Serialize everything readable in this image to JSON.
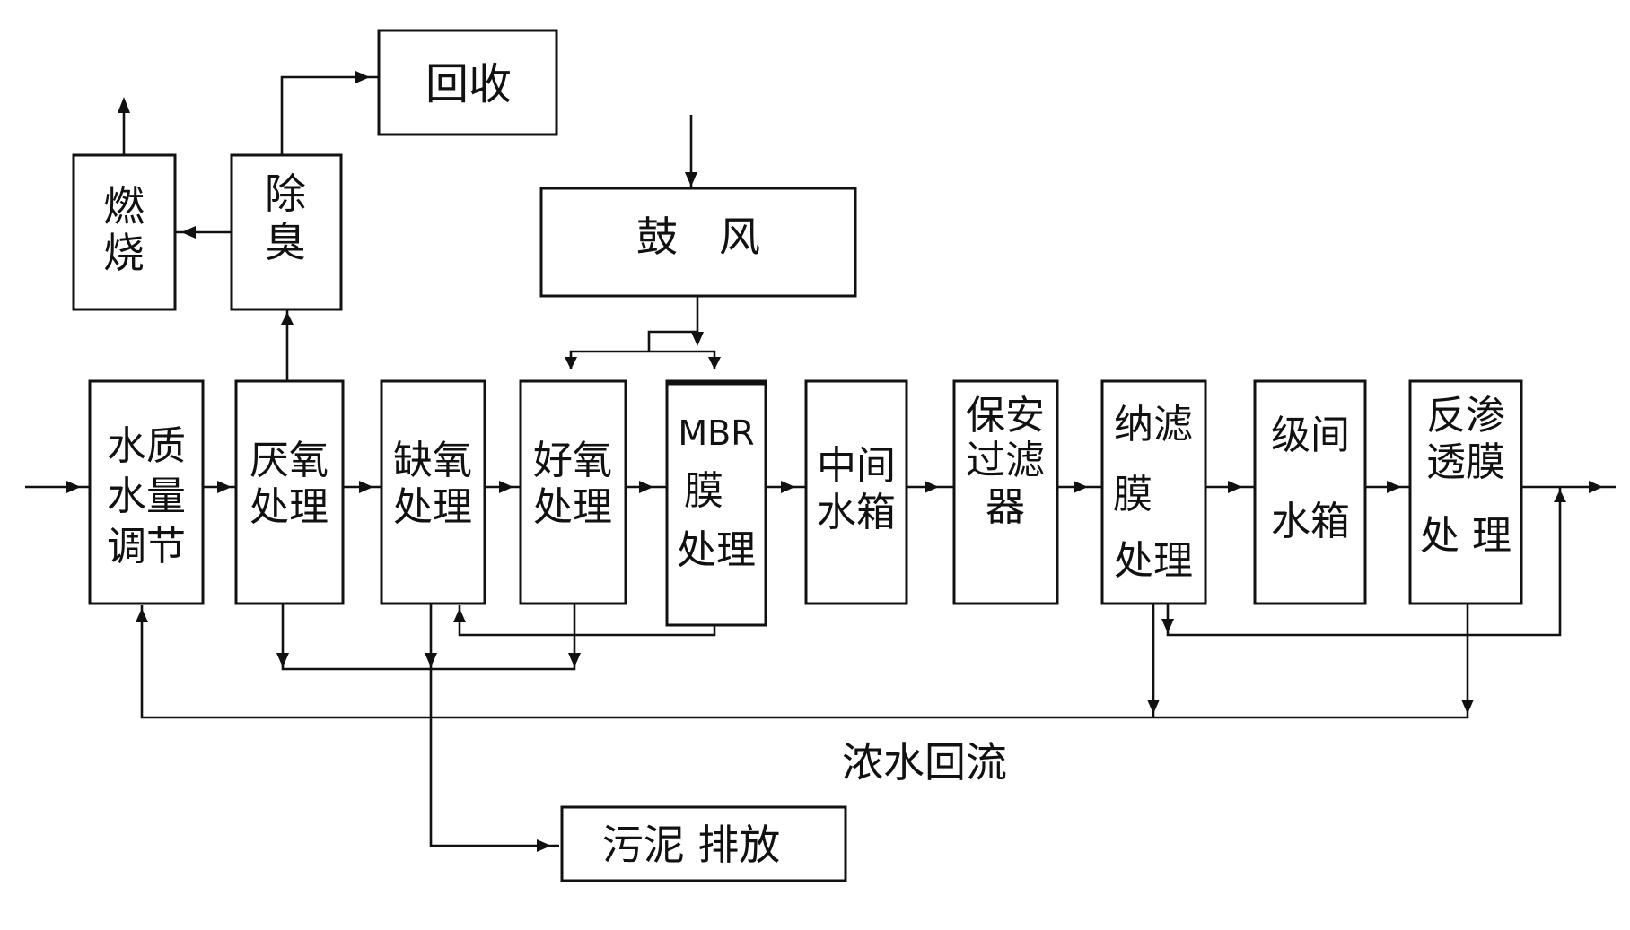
{
  "colors": {
    "line": "#111111",
    "background": "#ffffff"
  },
  "boxes": {
    "recovery": "回收",
    "combustion": [
      "燃",
      "烧"
    ],
    "deodorize": [
      "除",
      "臭"
    ],
    "blower": "鼓　风",
    "regulation": [
      "水质",
      "水量",
      "调节"
    ],
    "anaerobic": [
      "厌氧",
      "处理"
    ],
    "anoxic": [
      "缺氧",
      "处理"
    ],
    "aerobic": [
      "好氧",
      "处理"
    ],
    "mbr": [
      "MBR",
      "膜",
      "处理"
    ],
    "middle_tank": [
      "中间",
      "水箱"
    ],
    "safety_filter": [
      "保安",
      "过滤",
      "器"
    ],
    "nanofiltration": [
      "纳滤",
      "膜",
      "处理"
    ],
    "interstage_tank": [
      "级间",
      "水箱"
    ],
    "reverse_osmosis": [
      "反渗",
      "透膜",
      "处 理"
    ],
    "sludge": "污泥 排放"
  },
  "labels": {
    "concentrate_return": "浓水回流"
  }
}
